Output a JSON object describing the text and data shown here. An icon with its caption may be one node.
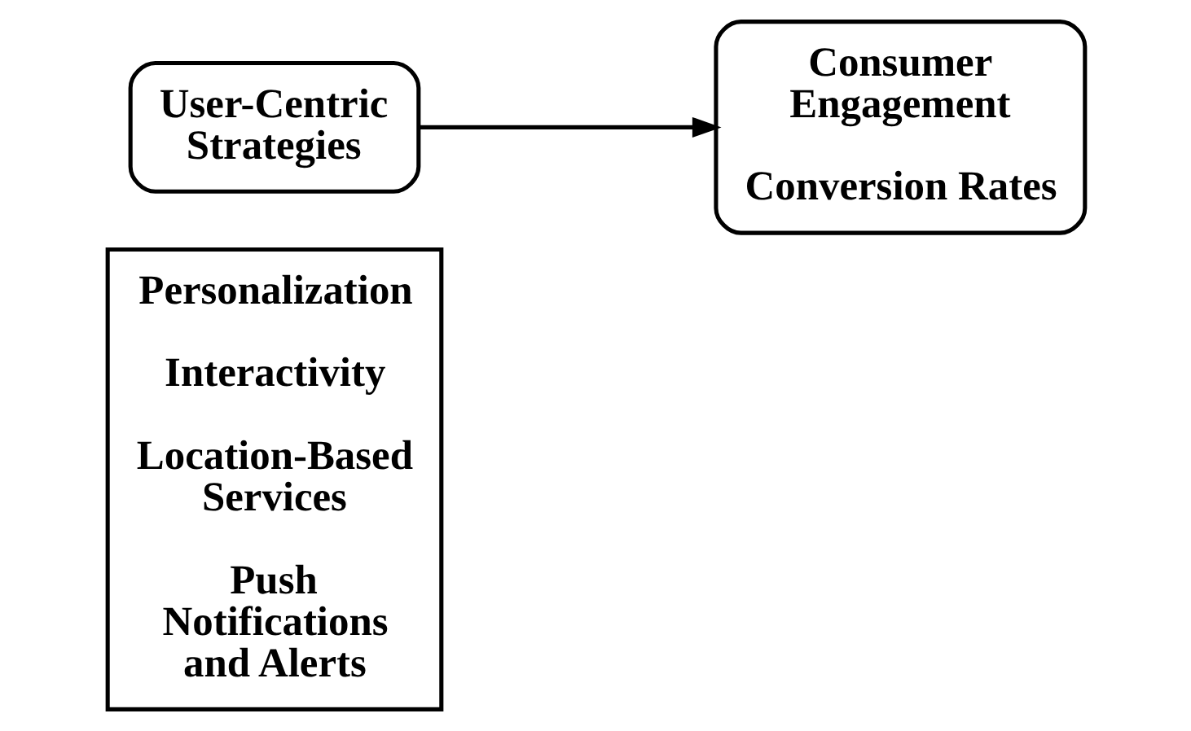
{
  "diagram": {
    "nodes": [
      {
        "text": [
          "User-Centric Strategies"
        ]
      },
      {
        "text": [
          "Personalization",
          "Interactivity",
          "Location-Based Services",
          "Push Notifications and Alerts"
        ]
      },
      {
        "text": [
          "Consumer Engagement",
          "Conversion Rates"
        ]
      }
    ],
    "edges": [
      {
        "from": 0,
        "to": 2,
        "arrow": "to"
      }
    ]
  }
}
